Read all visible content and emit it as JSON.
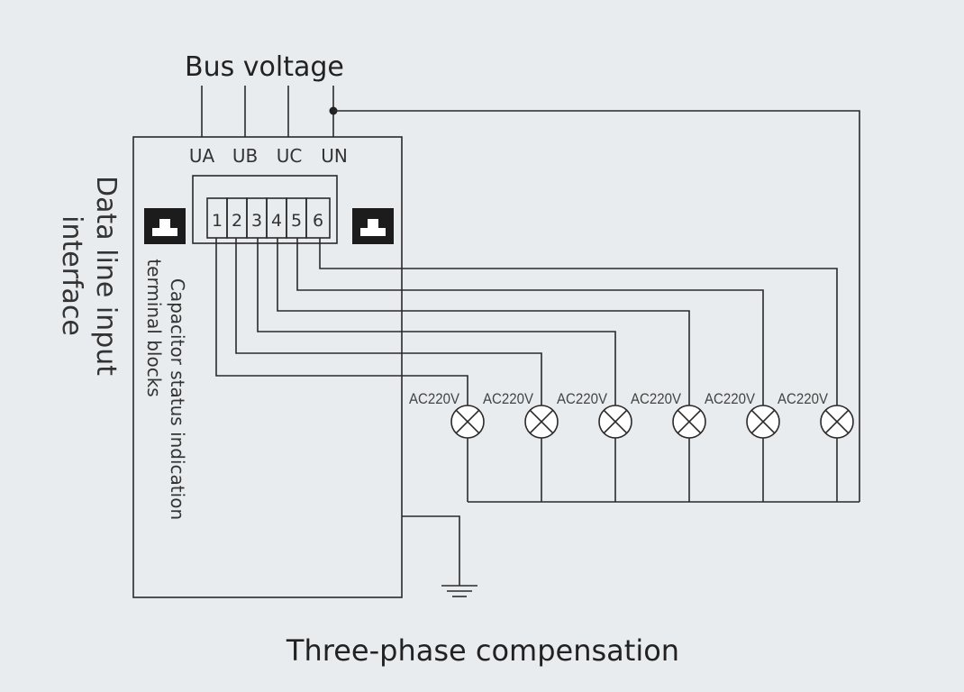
{
  "title": "Bus voltage",
  "caption": "Three-phase compensation",
  "side_label_line1": "Data line input",
  "side_label_line2": "interface",
  "terminal_label_line1": "Capacitor status indication",
  "terminal_label_line2": "terminal blocks",
  "phases": [
    "UA",
    "UB",
    "UC",
    "UN"
  ],
  "terminals": [
    "1",
    "2",
    "3",
    "4",
    "5",
    "6"
  ],
  "lamps": [
    {
      "label": "AC220V"
    },
    {
      "label": "AC220V"
    },
    {
      "label": "AC220V"
    },
    {
      "label": "AC220V"
    },
    {
      "label": "AC220V"
    },
    {
      "label": "AC220V"
    }
  ],
  "colors": {
    "line": "#2a2a2a",
    "background": "#e9ecef"
  }
}
